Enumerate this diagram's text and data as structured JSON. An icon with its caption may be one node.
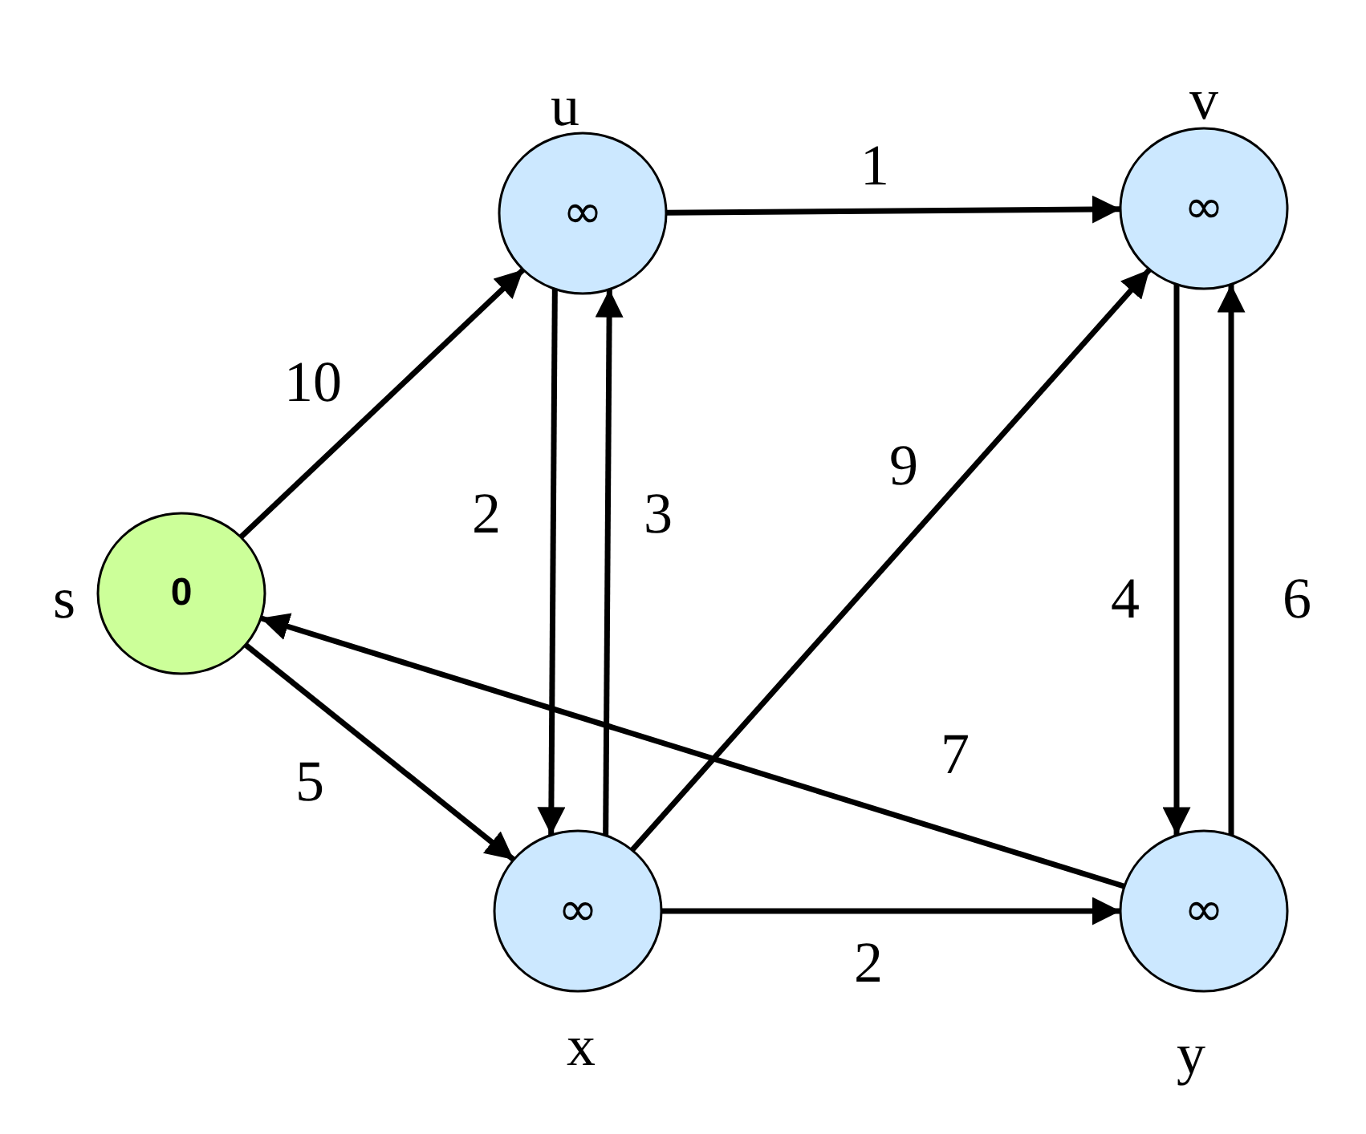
{
  "diagram": {
    "nodes": [
      {
        "text": [
          "0"
        ],
        "beside": [
          "s"
        ]
      },
      {
        "text": [
          "∞"
        ],
        "beside": [
          "u"
        ]
      },
      {
        "text": [
          "∞"
        ],
        "beside": [
          "v"
        ]
      },
      {
        "text": [
          "∞"
        ],
        "beside": [
          "x"
        ]
      },
      {
        "text": [
          "∞"
        ],
        "beside": [
          "y"
        ]
      }
    ],
    "edges": [
      {
        "from": 0,
        "to": 1,
        "arrow": "to",
        "label": "10"
      },
      {
        "from": 0,
        "to": 3,
        "arrow": "to",
        "label": "5"
      },
      {
        "from": 1,
        "to": 2,
        "arrow": "to",
        "label": "1"
      },
      {
        "from": 1,
        "to": 3,
        "arrow": "to",
        "label": "2"
      },
      {
        "from": 3,
        "to": 1,
        "arrow": "to",
        "label": "3"
      },
      {
        "from": 3,
        "to": 2,
        "arrow": "to",
        "label": "9"
      },
      {
        "from": 2,
        "to": 4,
        "arrow": "to",
        "label": "4"
      },
      {
        "from": 4,
        "to": 2,
        "arrow": "to",
        "label": "6"
      },
      {
        "from": 4,
        "to": 0,
        "arrow": "to",
        "label": "7"
      },
      {
        "from": 3,
        "to": 4,
        "arrow": "to",
        "label": "2"
      }
    ]
  }
}
